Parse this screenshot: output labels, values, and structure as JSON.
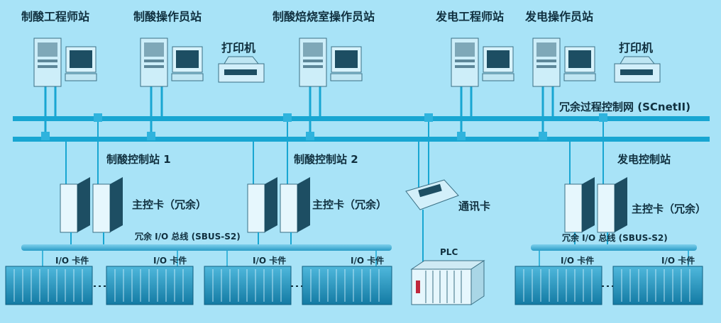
{
  "stations": {
    "acid_engineer": "制酸工程师站",
    "acid_operator": "制酸操作员站",
    "roast_operator": "制酸焙烧室操作员站",
    "power_engineer": "发电工程师站",
    "power_operator": "发电操作员站"
  },
  "printer_label_1": "打印机",
  "printer_label_2": "打印机",
  "network_label": "冗余过程控制网 (SCnetII)",
  "control_stations": {
    "acid_1": "制酸控制站 1",
    "acid_2": "制酸控制站 2",
    "power": "发电控制站"
  },
  "main_card_labels": [
    "主控卡（冗余）",
    "主控卡（冗余）",
    "主控卡（冗余）"
  ],
  "comm_card": "通讯卡",
  "plc": "PLC",
  "io_bus_labels": [
    "冗余 I/O 总线 (SBUS-S2)",
    "冗余 I/O 总线 (SBUS-S2)"
  ],
  "io_card_labels": [
    "I/O 卡件",
    "I/O 卡件",
    "I/O 卡件",
    "I/O 卡件",
    "I/O 卡件",
    "I/O 卡件"
  ],
  "colors": {
    "background": "#a8e3f7",
    "network_line": "#18a6d2",
    "text": "#10303f",
    "rack": "#1e8bb3"
  }
}
